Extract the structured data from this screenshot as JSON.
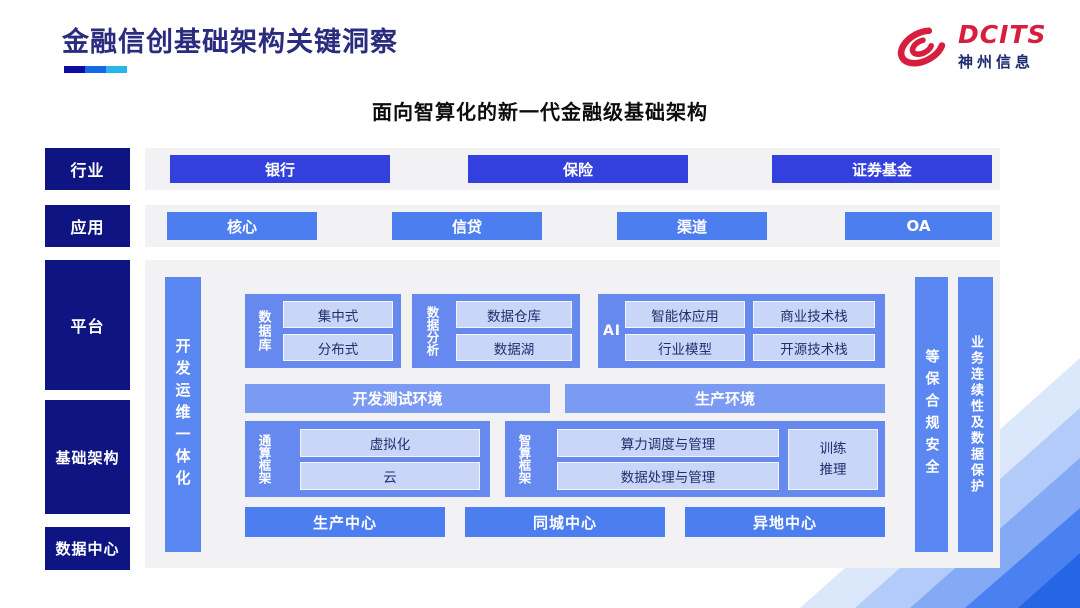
{
  "header": {
    "title": "金融信创基础架构关键洞察",
    "logo": {
      "brand": "DCITS",
      "company": "神州信息"
    }
  },
  "subtitle": "面向智算化的新一代金融级基础架构",
  "row_industry": {
    "label": "行业",
    "items": [
      "银行",
      "保险",
      "证券基金"
    ]
  },
  "row_application": {
    "label": "应用",
    "items": [
      "核心",
      "信贷",
      "渠道",
      "OA"
    ]
  },
  "side_labels": {
    "platform": "平台",
    "infrastructure": "基础架构",
    "datacenter": "数据中心"
  },
  "platform": {
    "devops_bar": "开发运维一体化",
    "database": {
      "label": "数据库",
      "items": [
        "集中式",
        "分布式"
      ]
    },
    "analytics": {
      "label": "数据分析",
      "items": [
        "数据仓库",
        "数据湖"
      ]
    },
    "ai": {
      "label": "AI",
      "items": [
        "智能体应用",
        "商业技术栈",
        "行业模型",
        "开源技术栈"
      ]
    },
    "environments": [
      "开发测试环境",
      "生产环境"
    ],
    "general_compute": {
      "label": "通算框架",
      "items": [
        "虚拟化",
        "云"
      ]
    },
    "smart_compute": {
      "label": "智算框架",
      "items": [
        "算力调度与管理",
        "数据处理与管理"
      ],
      "side_item": "训练推理"
    },
    "centers": [
      "生产中心",
      "同城中心",
      "异地中心"
    ]
  },
  "right_bars": [
    "等保合规安全",
    "业务连续性及数据保护"
  ],
  "colors": {
    "brand_red": "#d81e3f",
    "title_navy": "#2b2b80",
    "label_navy": "#0e1583",
    "bright_blue": "#3340dd",
    "medium_blue": "#4d7ef0",
    "section_blue": "#6589ee",
    "bar_blue": "#5b87f2",
    "env_blue": "#7a9af3",
    "light_chip": "#c9d6f7",
    "strip_gray": "#f2f2f4",
    "underline_segments": [
      "#0d0da0",
      "#1668e8",
      "#29b6e8"
    ]
  }
}
